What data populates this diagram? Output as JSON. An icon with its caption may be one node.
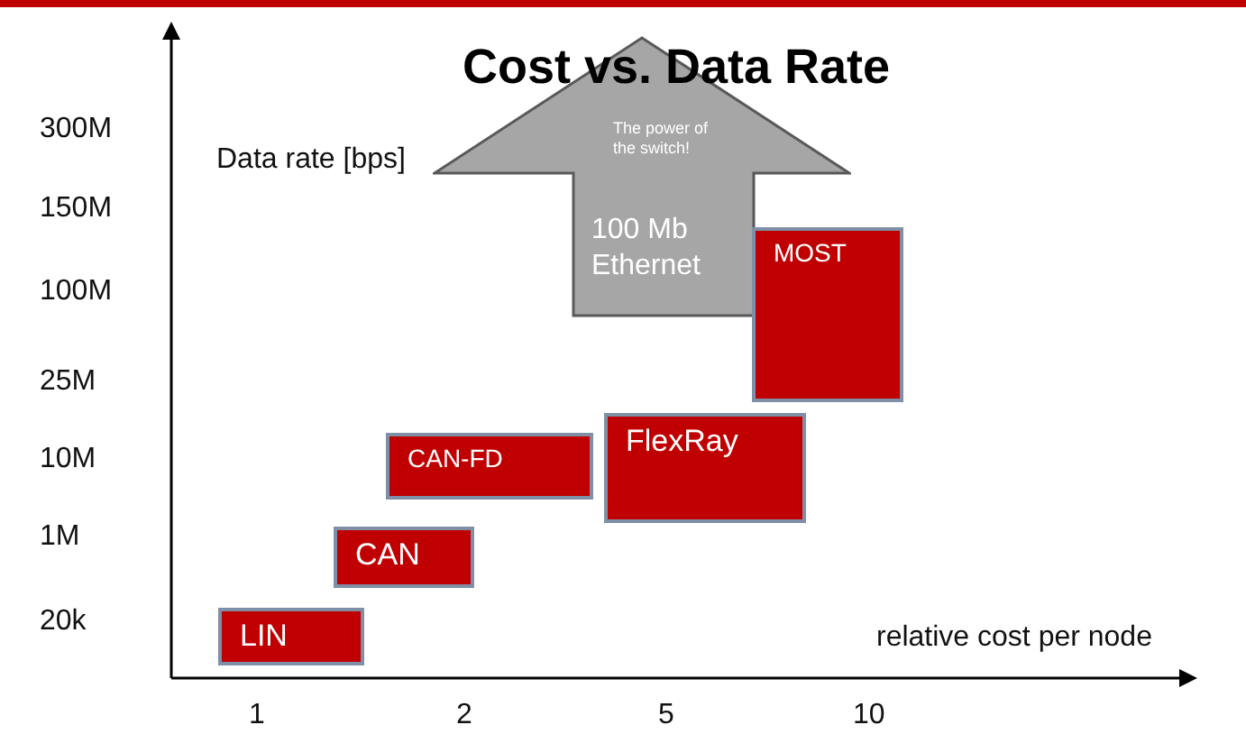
{
  "diagram": {
    "title": "Cost vs. Data Rate",
    "nodes": [
      {
        "text": [
          "The power of the switch!",
          "100 Mb Ethernet"
        ]
      },
      {
        "text": [
          "MOST"
        ]
      },
      {
        "text": [
          "CAN-FD"
        ]
      },
      {
        "text": [
          "FlexRay"
        ]
      },
      {
        "text": [
          "CAN"
        ]
      },
      {
        "text": [
          "LIN"
        ]
      }
    ],
    "labels": [
      "300M",
      "Data rate [bps]",
      "150M",
      "100M",
      "25M",
      "10M",
      "1M",
      "20k",
      "relative cost per node",
      "1",
      "2",
      "5",
      "10"
    ]
  }
}
